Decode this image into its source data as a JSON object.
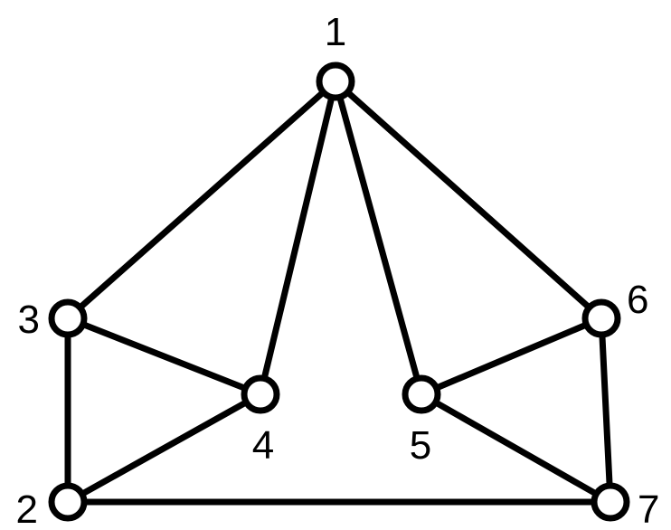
{
  "graph": {
    "nodes": [
      {
        "id": "1",
        "label": "1"
      },
      {
        "id": "2",
        "label": "2"
      },
      {
        "id": "3",
        "label": "3"
      },
      {
        "id": "4",
        "label": "4"
      },
      {
        "id": "5",
        "label": "5"
      },
      {
        "id": "6",
        "label": "6"
      },
      {
        "id": "7",
        "label": "7"
      }
    ],
    "edges": [
      [
        "1",
        "3"
      ],
      [
        "1",
        "4"
      ],
      [
        "1",
        "5"
      ],
      [
        "1",
        "6"
      ],
      [
        "3",
        "4"
      ],
      [
        "3",
        "2"
      ],
      [
        "4",
        "2"
      ],
      [
        "2",
        "7"
      ],
      [
        "5",
        "6"
      ],
      [
        "5",
        "7"
      ],
      [
        "6",
        "7"
      ]
    ]
  },
  "colors": {
    "stroke": "#000000",
    "fill": "#ffffff",
    "background": "#ffffff"
  }
}
